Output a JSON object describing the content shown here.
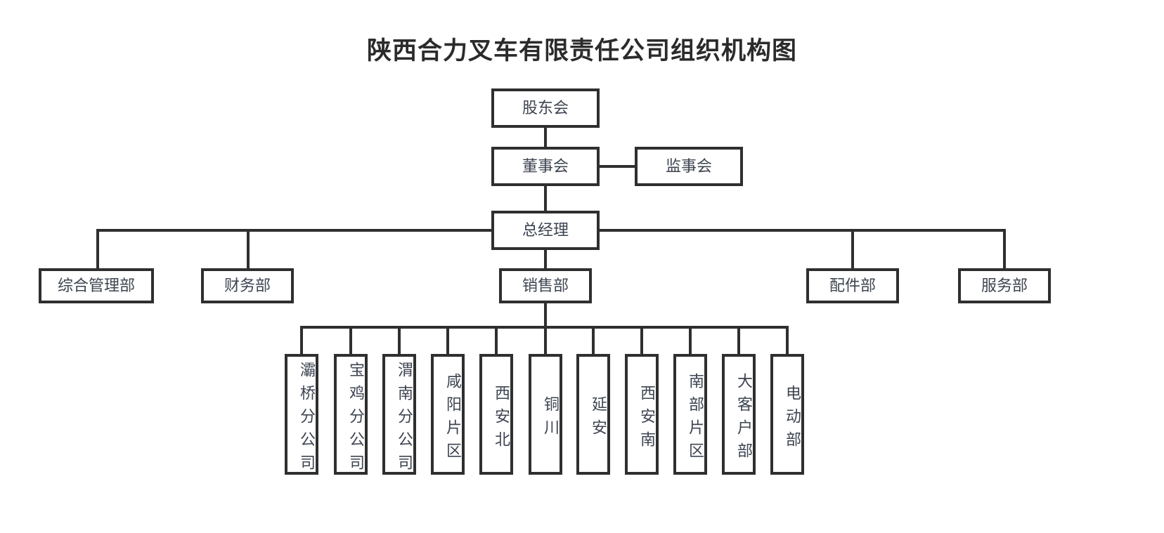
{
  "title": "陕西合力叉车有限责任公司组织机构图",
  "nodes": {
    "shareholders": "股东会",
    "board": "董事会",
    "supervisors": "监事会",
    "general_manager": "总经理"
  },
  "departments": [
    {
      "label": "综合管理部"
    },
    {
      "label": "财务部"
    },
    {
      "label": "销售部"
    },
    {
      "label": "配件部"
    },
    {
      "label": "服务部"
    }
  ],
  "sales_units": [
    {
      "label": "灞桥分公司"
    },
    {
      "label": "宝鸡分公司"
    },
    {
      "label": "渭南分公司"
    },
    {
      "label": "咸阳片区"
    },
    {
      "label": "西安北"
    },
    {
      "label": "铜川"
    },
    {
      "label": "延安"
    },
    {
      "label": "西安南"
    },
    {
      "label": "南部片区"
    },
    {
      "label": "大客户部"
    },
    {
      "label": "电动部"
    }
  ],
  "colors": {
    "border": "#2f2f2f",
    "text": "#3d4450",
    "title": "#2b2b2b",
    "background": "#ffffff"
  }
}
